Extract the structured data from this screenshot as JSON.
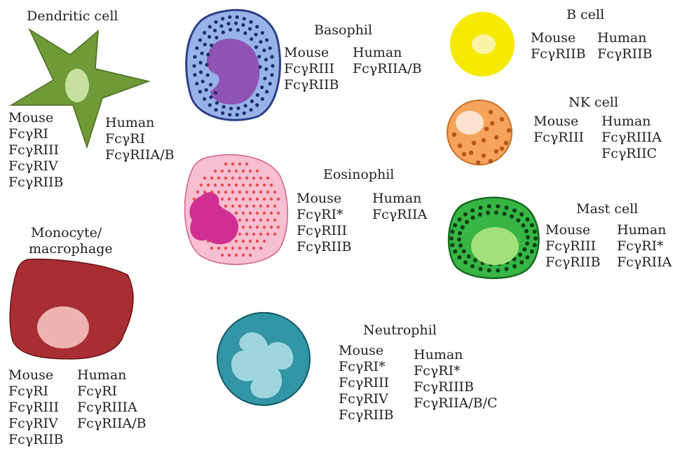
{
  "colors": {
    "dendritic": "#6f9a38",
    "dendritic_nucleus": "#c9df9f",
    "basophil_border": "#2d3f86",
    "basophil_body": "#98b3e8",
    "basophil_nucleus": "#8f53b5",
    "basophil_granule": "#1c2d6c",
    "eosinophil_body": "#f7bfd1",
    "eosinophil_border": "#d36089",
    "eosinophil_nucleus": "#d02f91",
    "eosinophil_granule": "#e44d4d",
    "b_cell_body": "#f6ea00",
    "b_cell_nucleus": "#fbf4a5",
    "nk_body": "#f6a35c",
    "nk_border": "#c86f25",
    "nk_nucleus": "#fde3cf",
    "nk_granule": "#b7571c",
    "mast_body": "#37b545",
    "mast_border": "#176b1f",
    "mast_nucleus": "#a3e07a",
    "mast_granule": "#0b3f11",
    "monocyte_body": "#a82e32",
    "monocyte_border": "#6b1317",
    "monocyte_nucleus": "#efb3b1",
    "neutrophil_body": "#3195a5",
    "neutrophil_border": "#145a66",
    "neutrophil_nucleus": "#9fd6de"
  },
  "cells": {
    "dendritic": {
      "name": "Dendritic cell",
      "mouse_header": "Mouse",
      "mouse": [
        "FcγRI",
        "FcγRIII",
        "FcγRIV",
        "FcγRIIB"
      ],
      "human_header": "Human",
      "human": [
        "FcγRI",
        "FcγRIIA/B"
      ]
    },
    "basophil": {
      "name": "Basophil",
      "mouse_header": "Mouse",
      "mouse": [
        "FcγRIII",
        "FcγRIIB"
      ],
      "human_header": "Human",
      "human": [
        "FcγRIIA/B"
      ]
    },
    "b_cell": {
      "name": "B cell",
      "mouse_header": "Mouse",
      "mouse": [
        "FcγRIIB"
      ],
      "human_header": "Human",
      "human": [
        "FcγRIIB"
      ]
    },
    "nk_cell": {
      "name": "NK cell",
      "mouse_header": "Mouse",
      "mouse": [
        "FcγRIII"
      ],
      "human_header": "Human",
      "human": [
        "FcγRIIIA",
        "FcγRIIC"
      ]
    },
    "eosinophil": {
      "name": "Eosinophil",
      "mouse_header": "Mouse",
      "mouse": [
        "FcγRI*",
        "FcγRIII",
        "FcγRIIB"
      ],
      "human_header": "Human",
      "human": [
        "FcγRIIA"
      ]
    },
    "mast_cell": {
      "name": "Mast cell",
      "mouse_header": "Mouse",
      "mouse": [
        "FcγRIII",
        "FcγRIIB"
      ],
      "human_header": "Human",
      "human": [
        "FcγRI*",
        "FcγRIIA"
      ]
    },
    "monocyte": {
      "name_line1": "Monocyte/",
      "name_line2": "macrophage",
      "mouse_header": "Mouse",
      "mouse": [
        "FcγRI",
        "FcγRIII",
        "FcγRIV",
        "FcγRIIB"
      ],
      "human_header": "Human",
      "human": [
        "FcγRI",
        "FcγRIIIA",
        "FcγRIIA/B"
      ]
    },
    "neutrophil": {
      "name": "Neutrophil",
      "mouse_header": "Mouse",
      "mouse": [
        "FcγRI*",
        "FcγRIII",
        "FcγRIV",
        "FcγRIIB"
      ],
      "human_header": "Human",
      "human": [
        "FcγRI*",
        "FcγRIIIB",
        "FcγRIIA/B/C"
      ]
    }
  }
}
